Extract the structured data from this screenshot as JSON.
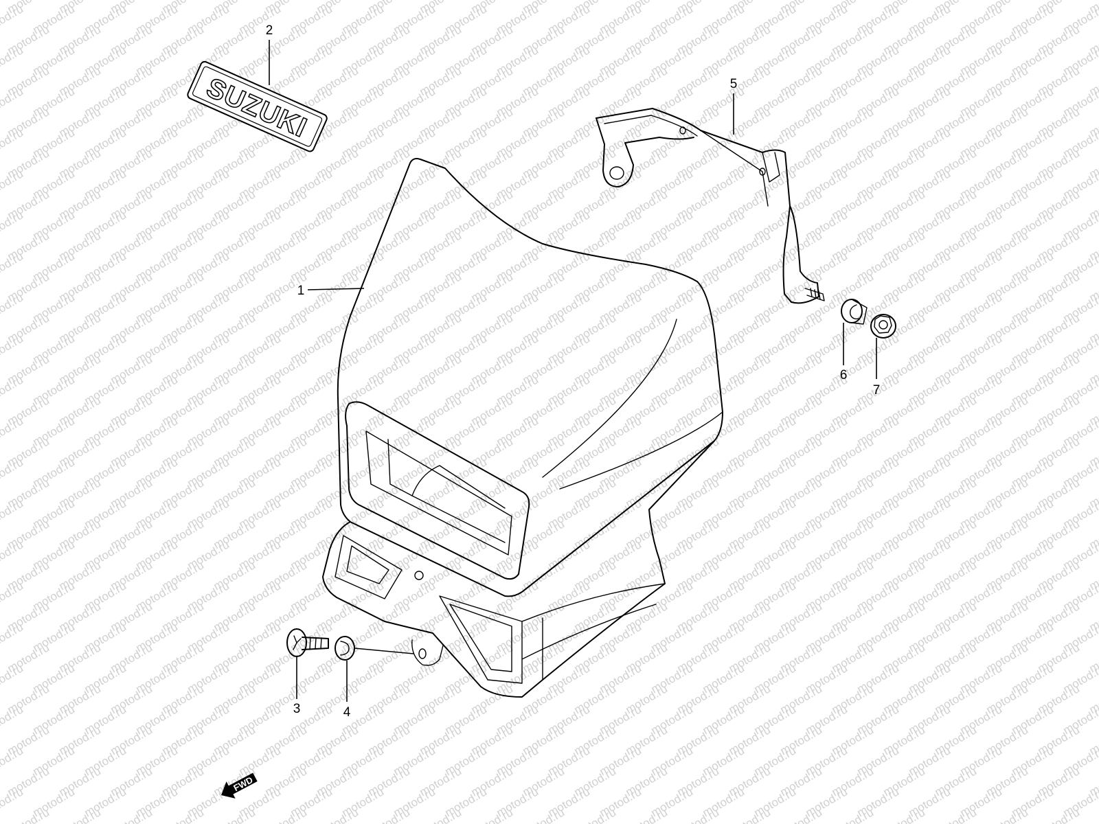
{
  "watermark": {
    "text": "motod.ru",
    "color": "#d0d0d0"
  },
  "parts": {
    "headlight_housing": {
      "callout": "1"
    },
    "emblem": {
      "callout": "2",
      "text": "SUZUKI"
    },
    "bolt": {
      "callout": "3"
    },
    "grommet": {
      "callout": "4"
    },
    "bracket": {
      "callout": "5"
    },
    "washer": {
      "callout": "6"
    },
    "nut": {
      "callout": "7"
    }
  },
  "direction_arrow": {
    "text": "FWD"
  }
}
